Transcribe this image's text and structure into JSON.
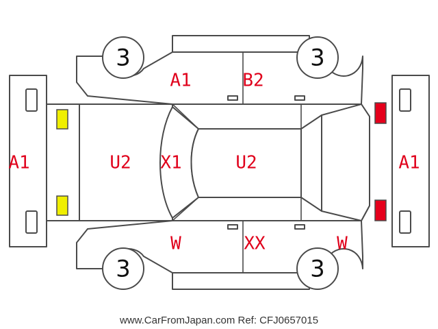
{
  "colors": {
    "marking": "#e0001b",
    "yellow_marker": "#f0ef00",
    "red_marker": "#e5001c",
    "line": "#4a4a4a"
  },
  "wheels": {
    "front_left": "3",
    "front_right": "3",
    "rear_left": "3",
    "rear_right": "3"
  },
  "panels": {
    "front_bumper": "A1",
    "hood": "U2",
    "windshield": "X1",
    "roof": "U2",
    "rear_bumper": "A1",
    "left_front_door": "A1",
    "left_rear_door": "B2",
    "right_front_door": "W",
    "right_rear_door": "XX",
    "right_rear_quarter": "W"
  },
  "footer": {
    "text": "www.CarFromJapan.com Ref: CFJ0657015"
  }
}
